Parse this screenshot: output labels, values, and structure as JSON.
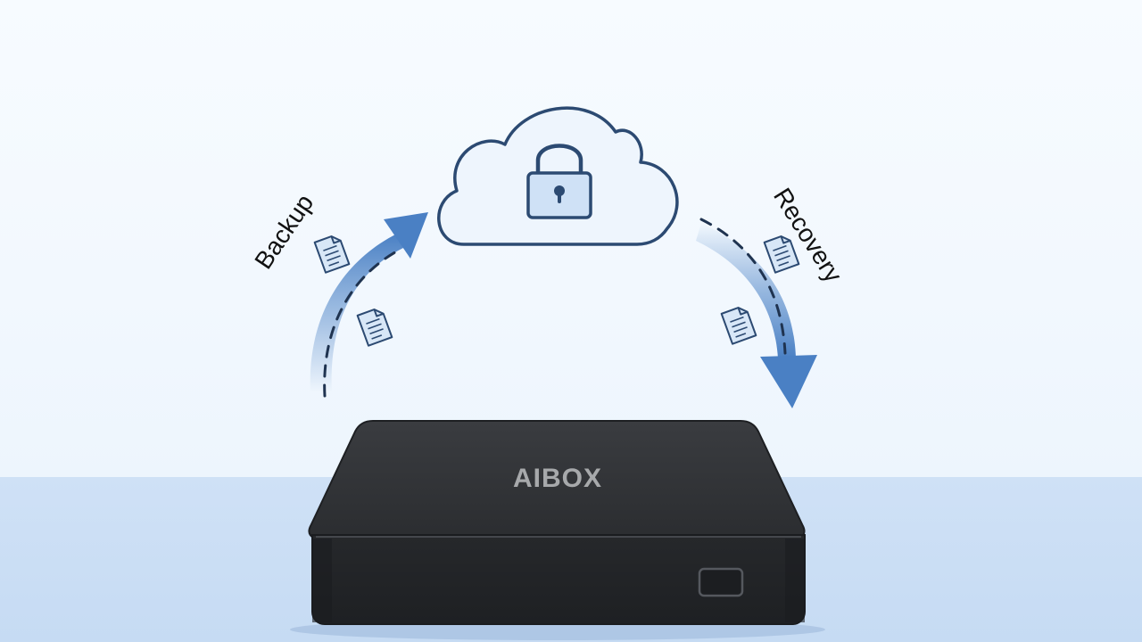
{
  "diagram": {
    "labels": {
      "backup": "Backup",
      "recovery": "Recovery"
    },
    "device": {
      "brand": "AIBOX"
    },
    "icons": [
      "cloud-icon",
      "padlock-icon",
      "document-icon",
      "arrow-icon",
      "device-box"
    ],
    "colors": {
      "background": "#f2f8fe",
      "surface": "#cfe1f6",
      "accent_blue": "#4a80c4",
      "cloud_fill": "#eef5fd",
      "lock_fill": "#cfe1f6",
      "device_body": "#2b2d30",
      "device_text": "#a7a9ab"
    }
  }
}
